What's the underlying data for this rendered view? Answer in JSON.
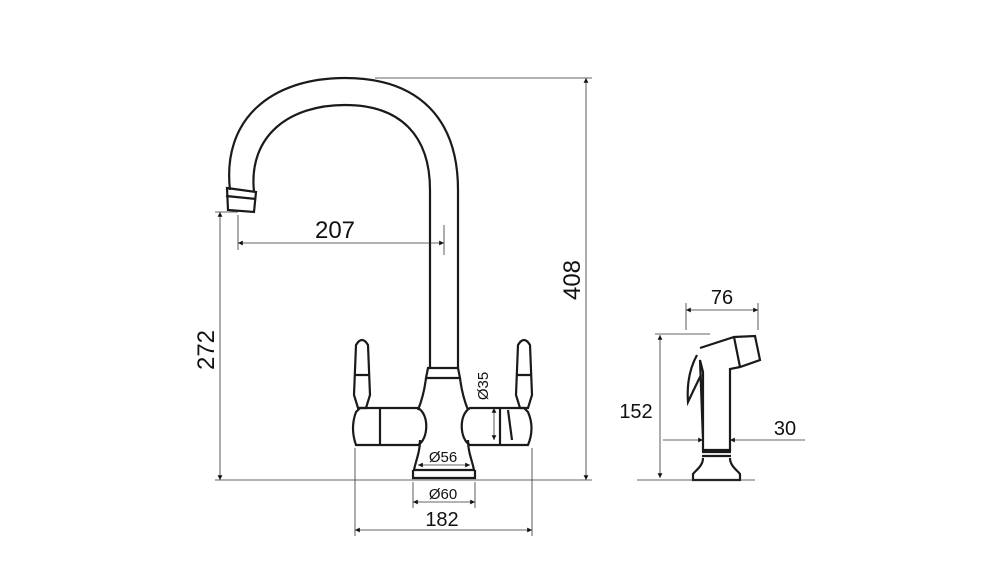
{
  "tap_dimensions": {
    "spout_reach": "207",
    "total_height": "408",
    "spout_height": "272",
    "handle_span": "182",
    "base_diameter": "Ø60",
    "body_diameter": "Ø56",
    "lever_diameter": "Ø35"
  },
  "spray_dimensions": {
    "head_length": "76",
    "height": "152",
    "stem_diameter": "30"
  },
  "colors": {
    "line": "#1a1a1a",
    "background": "#ffffff"
  }
}
